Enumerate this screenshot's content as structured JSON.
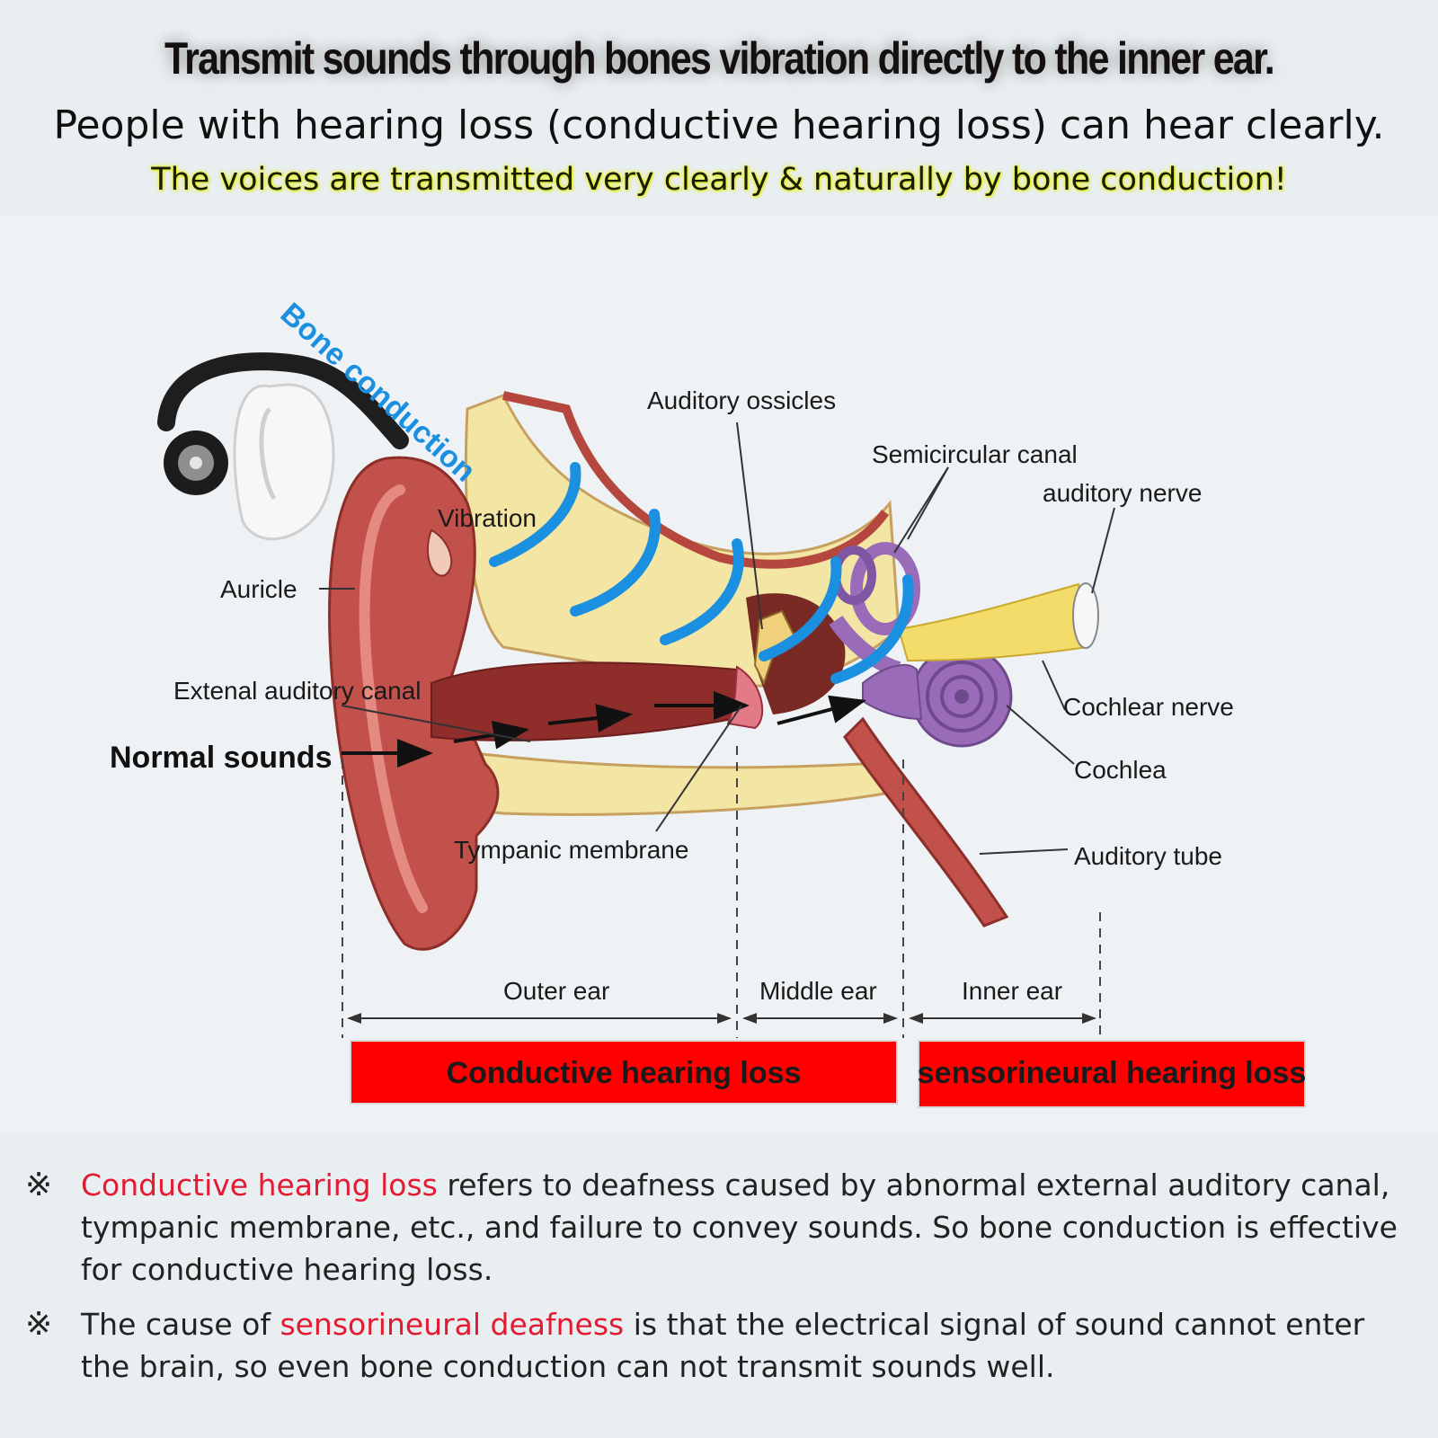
{
  "headline": "Transmit sounds through bones vibration directly to the inner ear.",
  "subline": "People with hearing loss (conductive hearing loss) can hear clearly.",
  "highlight": "The voices are transmitted very clearly & naturally by bone conduction!",
  "diagram": {
    "bone_conduction": "Bone conduction",
    "labels": {
      "auditory_ossicles": "Auditory ossicles",
      "semicircular_canal": "Semicircular canal",
      "auditory_nerve": "auditory nerve",
      "vibration": "Vibration",
      "auricle": "Auricle",
      "external_canal": "Extenal auditory canal",
      "normal_sounds": "Normal sounds",
      "cochlear_nerve": "Cochlear nerve",
      "cochlea": "Cochlea",
      "tympanic_membrane": "Tympanic membrane",
      "auditory_tube": "Auditory tube",
      "outer_ear": "Outer ear",
      "middle_ear": "Middle ear",
      "inner_ear": "Inner ear"
    },
    "boxes": {
      "conductive": "Conductive hearing loss",
      "sensorineural": "sensorineural hearing loss"
    },
    "colors": {
      "box_red": "#ff0000",
      "wave_blue": "#1b8fe0",
      "ear_skin": "#c1514a",
      "bone": "#f3e6a5",
      "cochlea": "#9a6bb8",
      "nerve": "#f3dc6a"
    }
  },
  "notes": {
    "mark": "※",
    "note1_red": "Conductive hearing loss",
    "note1_text": " refers to deafness caused by abnormal external auditory canal, tympanic membrane, etc., and failure to convey sounds. So bone conduction is effective for conductive hearing loss.",
    "note2_pre": "The cause of ",
    "note2_red": "sensorineural deafness",
    "note2_text": " is that the electrical signal of sound cannot enter the brain, so even bone conduction can not transmit sounds well."
  }
}
